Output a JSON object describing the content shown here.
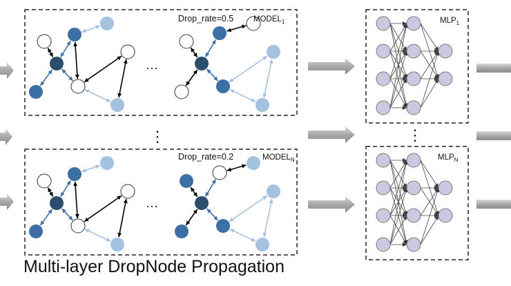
{
  "models": [
    {
      "drop_label": "Drop_rate=0.5",
      "model_label": "MODEL",
      "model_sub": "1"
    },
    {
      "drop_label": "Drop_rate=0.2",
      "model_label": "MODEL",
      "model_sub": "N"
    }
  ],
  "mlps": [
    {
      "label": "MLP",
      "sub": "1"
    },
    {
      "label": "MLP",
      "sub": "N"
    }
  ],
  "ellipsis": "···",
  "vertical_ellipsis": "⋮",
  "caption": "Multi-layer DropNode Propagation",
  "colors": {
    "dark_node": "#2d4d6e",
    "mid_node": "#3e6fa4",
    "light_node": "#a4c2e0",
    "mlp_node": "#cfc6e2",
    "arrow_block": "#b0b0b0",
    "edge_dark": "#000000",
    "edge_mid": "#3e6fa4",
    "edge_light": "#a4c2e0"
  }
}
